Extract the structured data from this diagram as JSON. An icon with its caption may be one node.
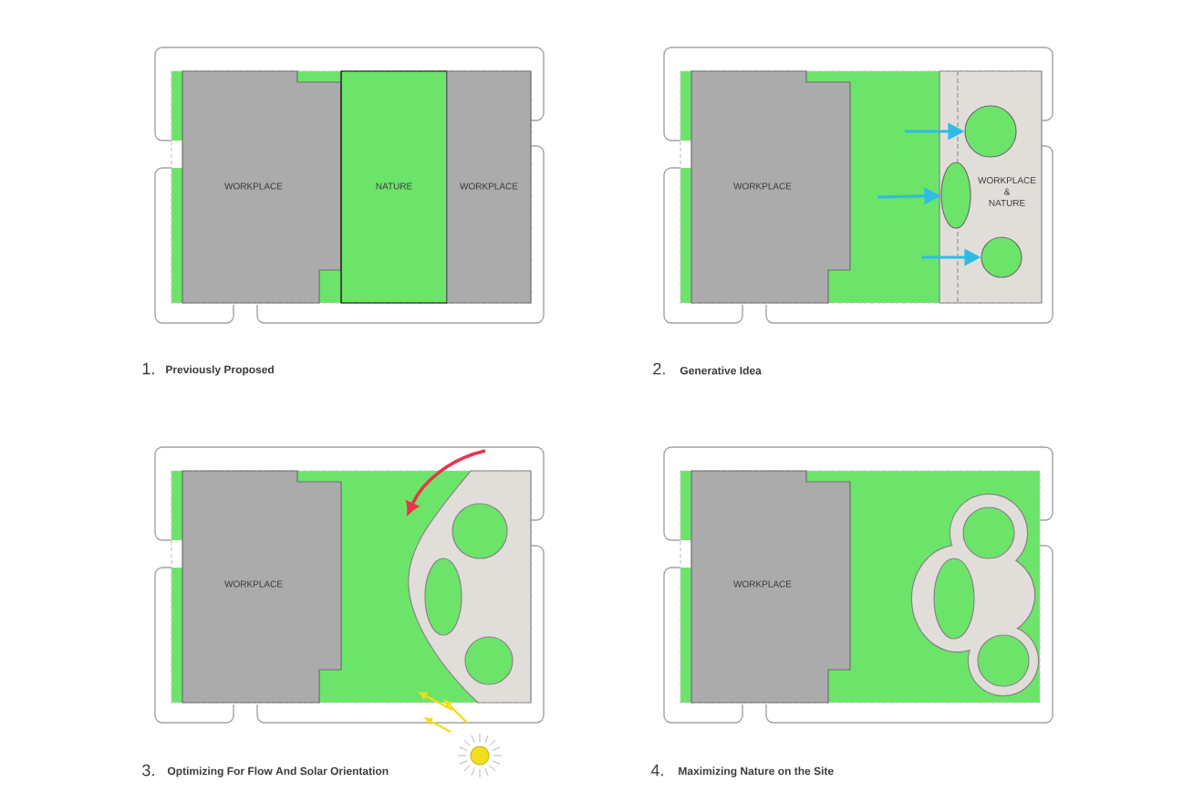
{
  "diagram": {
    "nodes": [
      {
        "text": [
          "WORKPLACE"
        ]
      },
      {
        "text": [
          "NATURE"
        ]
      },
      {
        "text": [
          "WORKPLACE"
        ]
      },
      {
        "text": [
          "WORKPLACE"
        ]
      },
      {
        "text": [
          "WORKPLACE & NATURE"
        ]
      },
      {
        "text": [],
        "shape": "circle",
        "in": 4
      },
      {
        "text": [],
        "shape": "ellipse",
        "in": 4
      },
      {
        "text": [],
        "shape": "circle",
        "in": 4
      },
      {
        "text": [
          "WORKPLACE"
        ]
      },
      {
        "text": [
          "WORKPLACE"
        ]
      }
    ],
    "edges": [
      {
        "from": null,
        "to": 5,
        "arrow": "to"
      },
      {
        "from": null,
        "to": 6,
        "arrow": "to"
      },
      {
        "from": null,
        "to": 7,
        "arrow": "to"
      }
    ],
    "labels": [
      "1.",
      "Previously Proposed",
      "2.",
      "Generative Idea",
      "3.",
      "Optimizing For Flow And Solar Orientation",
      "4.",
      "Maximizing Nature on the Site"
    ]
  }
}
